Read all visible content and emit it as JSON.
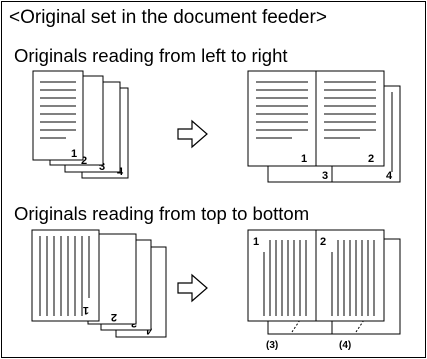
{
  "title": "<Original set in the document feeder>",
  "sections": [
    {
      "heading": "Originals reading from left to right",
      "originals": [
        "1",
        "2",
        "3",
        "4"
      ],
      "result": [
        "1",
        "2",
        "3",
        "4"
      ]
    },
    {
      "heading": "Originals reading from top to bottom",
      "originals": [
        "1",
        "2",
        "3",
        "4"
      ],
      "result": [
        "1",
        "2"
      ],
      "result_captions": [
        "(3)",
        "(4)"
      ]
    }
  ],
  "icons": {
    "arrow": "right-arrow-icon"
  }
}
